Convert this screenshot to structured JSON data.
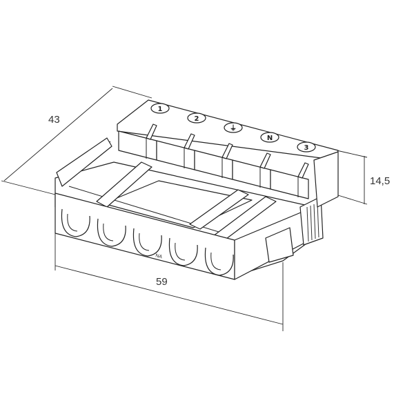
{
  "dimensions": {
    "depth": "43",
    "height": "14,5",
    "width": "59"
  },
  "terminal_markings": [
    "1",
    "2",
    "earth",
    "N",
    "3"
  ],
  "colors": {
    "line": "#222222",
    "background": "#ffffff"
  }
}
